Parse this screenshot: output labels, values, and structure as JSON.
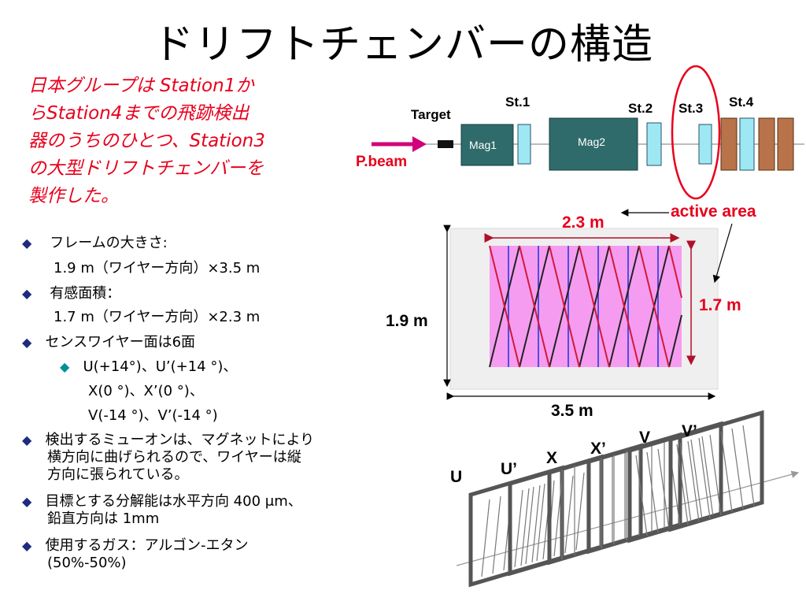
{
  "title": "ドリフトチェンバーの構造",
  "intro": [
    "日本グループは Station1か",
    "らStation4までの飛跡検出",
    "器のうちのひとつ、Station3",
    "の大型ドリフトチェンバーを",
    "製作した。"
  ],
  "bullet_symbol": "◆",
  "bullets": [
    {
      "text": "フレームの大きさ:",
      "sub": "1.9 m（ワイヤー方向）×3.5 m"
    },
    {
      "text": "有感面積：",
      "sub": "1.7 m（ワイヤー方向）×2.3 m"
    },
    {
      "text": "センスワイヤー面は6面"
    },
    {
      "text": "検出するミューオンは、マグネットにより",
      "cont": [
        "横方向に曲げられるので、ワイヤーは縦",
        "方向に張られている。"
      ]
    },
    {
      "text": "目標とする分解能は水平方向 400 μm、",
      "cont": [
        "鉛直方向は 1mm"
      ]
    },
    {
      "text": "使用するガス：アルゴン-エタン",
      "cont": [
        "(50%-50%)"
      ]
    }
  ],
  "wire_planes": [
    "U(+14°)、U’(+14 °)、",
    "X(0 °)、X’(0 °)、",
    "V(-14 °)、V’(-14 °)"
  ],
  "beamline": {
    "beam_label": "P.beam",
    "target_label": "Target",
    "mag1": "Mag1",
    "mag2": "Mag2",
    "stations": [
      "St.1",
      "St.2",
      "St.3",
      "St.4"
    ]
  },
  "chamber": {
    "active_area_label": "active area",
    "active_width": "2.3 m",
    "active_height": "1.7 m",
    "frame_height": "1.9 m",
    "frame_width": "3.5 m"
  },
  "planes": [
    "U",
    "U’",
    "X",
    "X’",
    "V",
    "V’"
  ],
  "colors": {
    "accent_red": "#e8001c",
    "magnet": "#2f6b6b",
    "station": "#9ee8f4",
    "station4_brown": "#b8734a",
    "active_area": "#f59cf0",
    "beam": "#d1007a"
  }
}
